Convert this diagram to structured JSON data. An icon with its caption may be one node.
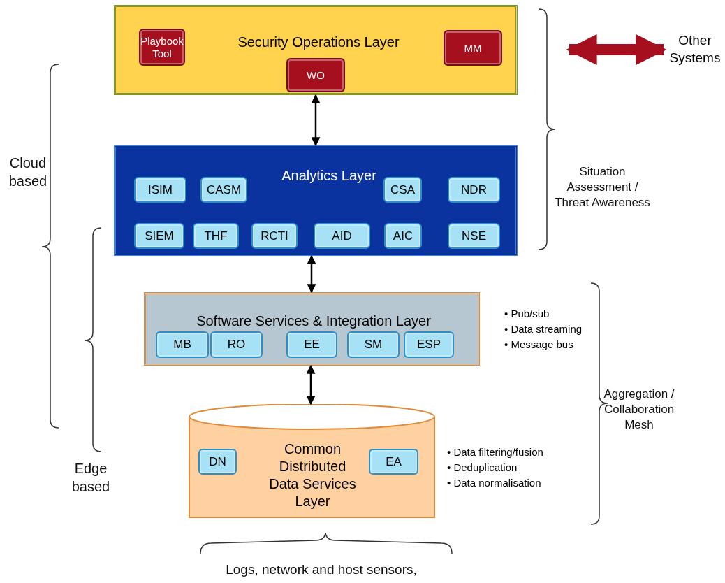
{
  "diagram": {
    "nodes": [
      {
        "text": [
          "Security Operations Layer"
        ]
      },
      {
        "text": [
          "Playbook Tool"
        ],
        "in": 0
      },
      {
        "text": [
          "WO"
        ],
        "in": 0
      },
      {
        "text": [
          "MM"
        ],
        "in": 0
      },
      {
        "text": [
          "Analytics Layer"
        ]
      },
      {
        "text": [
          "ISIM"
        ],
        "in": 4
      },
      {
        "text": [
          "CASM"
        ],
        "in": 4
      },
      {
        "text": [
          "CSA"
        ],
        "in": 4
      },
      {
        "text": [
          "NDR"
        ],
        "in": 4
      },
      {
        "text": [
          "SIEM"
        ],
        "in": 4
      },
      {
        "text": [
          "THF"
        ],
        "in": 4
      },
      {
        "text": [
          "RCTI"
        ],
        "in": 4
      },
      {
        "text": [
          "AID"
        ],
        "in": 4
      },
      {
        "text": [
          "AIC"
        ],
        "in": 4
      },
      {
        "text": [
          "NSE"
        ],
        "in": 4
      },
      {
        "text": [
          "Software Services & Integration Layer"
        ],
        "beside": [
          "• Pub/sub",
          "• Data streaming",
          "• Message bus"
        ]
      },
      {
        "text": [
          "MB"
        ],
        "in": 15
      },
      {
        "text": [
          "RO"
        ],
        "in": 15
      },
      {
        "text": [
          "EE"
        ],
        "in": 15
      },
      {
        "text": [
          "SM"
        ],
        "in": 15
      },
      {
        "text": [
          "ESP"
        ],
        "in": 15
      },
      {
        "text": [
          "Common Distributed Data Services Layer"
        ],
        "beside": [
          "• Data filtering/fusion",
          "• Deduplication",
          "• Data normalisation"
        ]
      },
      {
        "text": [
          "DN"
        ],
        "in": 21
      },
      {
        "text": [
          "EA"
        ],
        "in": 21
      },
      {
        "text": [
          "Other Systems"
        ]
      }
    ],
    "edges": [
      {
        "from": 0,
        "to": 4,
        "arrow": "both"
      },
      {
        "from": 4,
        "to": 15,
        "arrow": "both"
      },
      {
        "from": 15,
        "to": 21,
        "arrow": "both"
      },
      {
        "from": null,
        "to": 24,
        "arrow": "both",
        "style": "thick",
        "color": "#a50f1e"
      }
    ],
    "labels": [
      "Cloud based",
      "Edge based",
      "Situation Assessment / Threat Awareness",
      "Aggregation / Collaboration Mesh",
      "Logs, network and host sensors,"
    ]
  }
}
